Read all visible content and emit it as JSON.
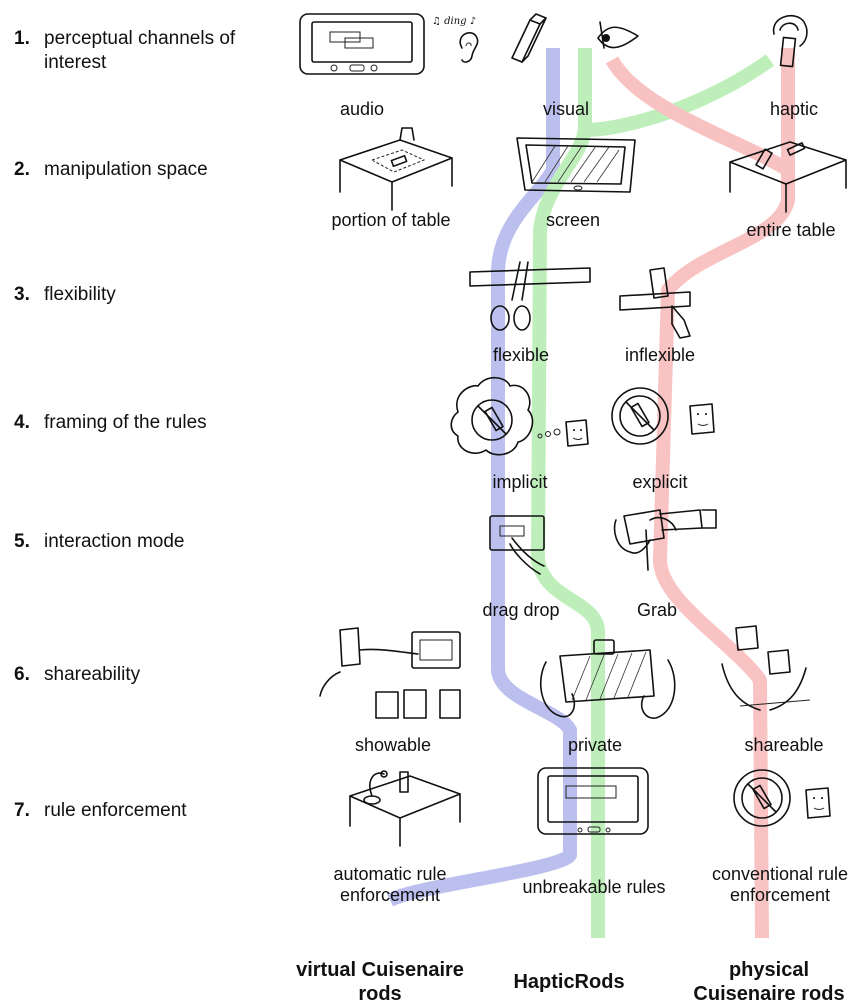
{
  "rows": [
    {
      "num": "1.",
      "label": "perceptual channels of interest"
    },
    {
      "num": "2.",
      "label": "manipulation space"
    },
    {
      "num": "3.",
      "label": "flexibility"
    },
    {
      "num": "4.",
      "label": "framing of the rules"
    },
    {
      "num": "5.",
      "label": "interaction mode"
    },
    {
      "num": "6.",
      "label": "shareability"
    },
    {
      "num": "7.",
      "label": "rule enforcement"
    }
  ],
  "captions": {
    "audio": "audio",
    "visual": "visual",
    "haptic": "haptic",
    "portion_of_table": "portion of table",
    "screen": "screen",
    "entire_table": "entire table",
    "flexible": "flexible",
    "inflexible": "inflexible",
    "implicit": "implicit",
    "explicit": "explicit",
    "drag_drop": "drag drop",
    "grab": "Grab",
    "showable": "showable",
    "private": "private",
    "shareable": "shareable",
    "automatic_rule_enforcement": "automatic rule enforcement",
    "unbreakable_rules": "unbreakable rules",
    "conventional_rule_enforcement": "conventional rule enforcement"
  },
  "sketch_text": {
    "ding": "♫ ding ♪"
  },
  "columns": {
    "virtual": "virtual Cuisenaire rods",
    "hapticrods": "HapticRods",
    "physical": "physical Cuisenaire rods"
  },
  "paths": {
    "virtual_color": "#b4b9ec",
    "hapticrods_color": "#b8eeb3",
    "physical_color": "#f8bcbc"
  }
}
